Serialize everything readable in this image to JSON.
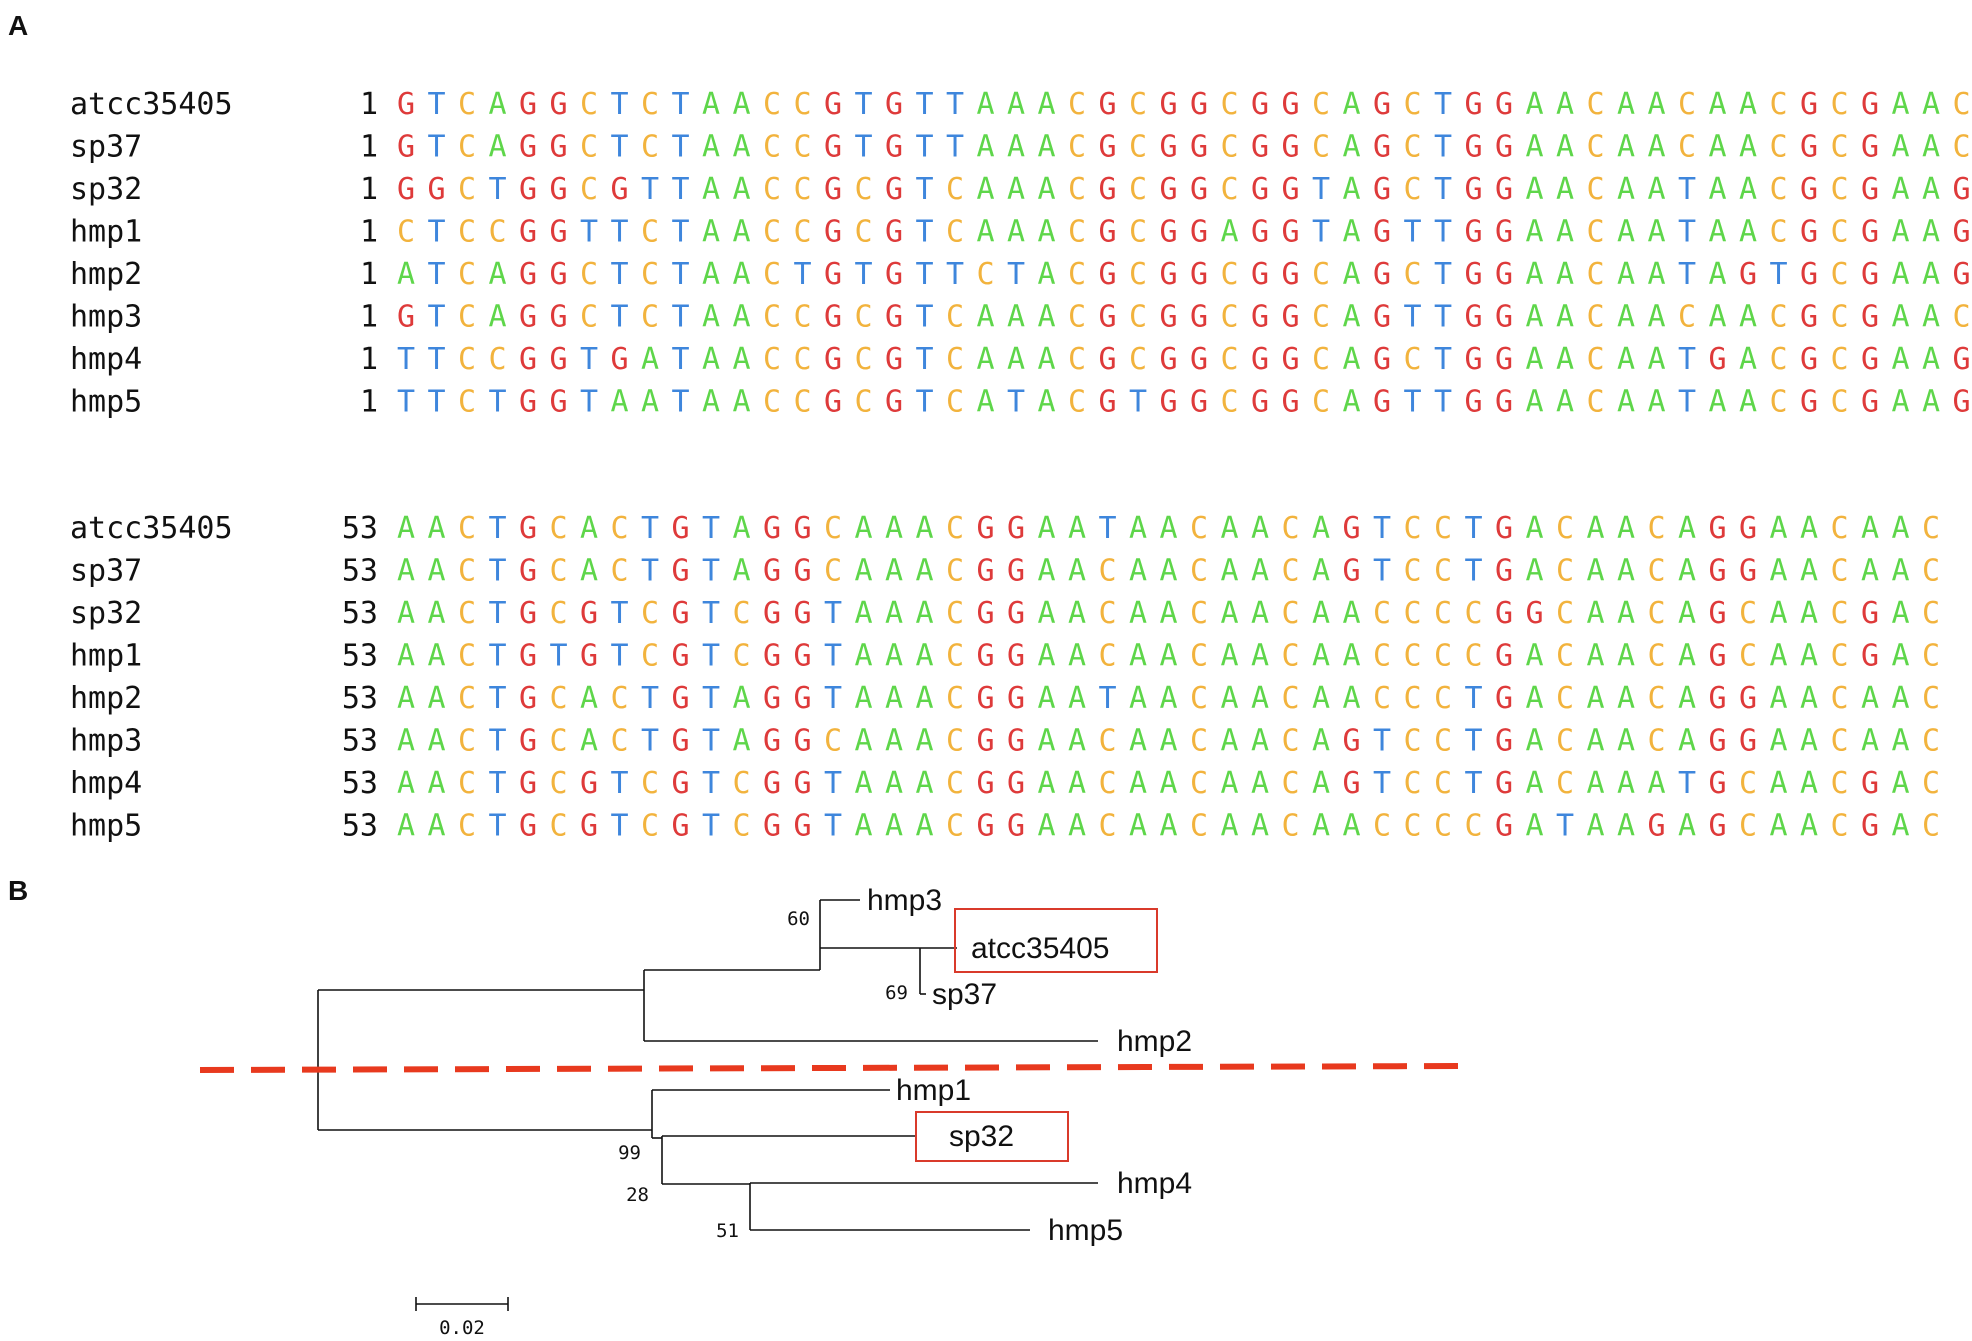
{
  "panels": {
    "a_label": "A",
    "b_label": "B"
  },
  "colors": {
    "A": "#5ED64A",
    "C": "#F2B33D",
    "G": "#DE3A3A",
    "T": "#3E86DC",
    "highlight": "#D93A2B",
    "divider": "#E8391E"
  },
  "alignment": {
    "blocks": [
      {
        "start": "1",
        "rows": [
          {
            "name": "atcc35405",
            "seq": "GTCAGGCTCTAACCGTGTTAAACGCGGCGGCAGCTGGAACAACAACGCGAAC"
          },
          {
            "name": "sp37",
            "seq": "GTCAGGCTCTAACCGTGTTAAACGCGGCGGCAGCTGGAACAACAACGCGAAC"
          },
          {
            "name": "sp32",
            "seq": "GGCTGGCGTTAACCGCGTCAAACGCGGCGGTAGCTGGAACAATAACGCGAAG"
          },
          {
            "name": "hmp1",
            "seq": "CTCCGGTTCTAACCGCGTCAAACGCGGAGGTAGTTGGAACAATAACGCGAAG"
          },
          {
            "name": "hmp2",
            "seq": "ATCAGGCTCTAACTGTGTTCTACGCGGCGGCAGCTGGAACAATAGTGCGAAG"
          },
          {
            "name": "hmp3",
            "seq": "GTCAGGCTCTAACCGCGTCAAACGCGGCGGCAGTTGGAACAACAACGCGAAC"
          },
          {
            "name": "hmp4",
            "seq": "TTCCGGTGATAACCGCGTCAAACGCGGCGGCAGCTGGAACAATGACGCGAAG"
          },
          {
            "name": "hmp5",
            "seq": "TTCTGGTAATAACCGCGTCATACGTGGCGGCAGTTGGAACAATAACGCGAAG"
          }
        ]
      },
      {
        "start": "53",
        "rows": [
          {
            "name": "atcc35405",
            "seq": "AACTGCACTGTAGGCAAACGGAATAACAACAGTCCTGACAACAGGAACAAC"
          },
          {
            "name": "sp37",
            "seq": "AACTGCACTGTAGGCAAACGGAACAACAACAGTCCTGACAACAGGAACAAC"
          },
          {
            "name": "sp32",
            "seq": "AACTGCGTCGTCGGTAAACGGAACAACAACAACCCCGGCAACAGCAACGAC"
          },
          {
            "name": "hmp1",
            "seq": "AACTGTGTCGTCGGTAAACGGAACAACAACAACCCCGACAACAGCAACGAC"
          },
          {
            "name": "hmp2",
            "seq": "AACTGCACTGTAGGTAAACGGAATAACAACAACCCTGACAACAGGAACAAC"
          },
          {
            "name": "hmp3",
            "seq": "AACTGCACTGTAGGCAAACGGAACAACAACAGTCCTGACAACAGGAACAAC"
          },
          {
            "name": "hmp4",
            "seq": "AACTGCGTCGTCGGTAAACGGAACAACAACAGTCCTGACAAATGCAACGAC"
          },
          {
            "name": "hmp5",
            "seq": "AACTGCGTCGTCGGTAAACGGAACAACAACAACCCCGATAAGAGCAACGAC"
          }
        ]
      }
    ]
  },
  "tree": {
    "leaves": [
      {
        "id": "hmp3",
        "label": "hmp3",
        "highlighted": false
      },
      {
        "id": "atcc35405",
        "label": "atcc35405",
        "highlighted": true
      },
      {
        "id": "sp37",
        "label": "sp37",
        "highlighted": false
      },
      {
        "id": "hmp2",
        "label": "hmp2",
        "highlighted": false
      },
      {
        "id": "hmp1",
        "label": "hmp1",
        "highlighted": false
      },
      {
        "id": "sp32",
        "label": "sp32",
        "highlighted": true
      },
      {
        "id": "hmp4",
        "label": "hmp4",
        "highlighted": false
      },
      {
        "id": "hmp5",
        "label": "hmp5",
        "highlighted": false
      }
    ],
    "bootstrap": [
      {
        "id": "n60",
        "value": "60"
      },
      {
        "id": "n69",
        "value": "69"
      },
      {
        "id": "n99",
        "value": "99"
      },
      {
        "id": "n28",
        "value": "28"
      },
      {
        "id": "n51",
        "value": "51"
      }
    ],
    "scale_bar": {
      "value": 0.02,
      "label": "0.02"
    }
  }
}
